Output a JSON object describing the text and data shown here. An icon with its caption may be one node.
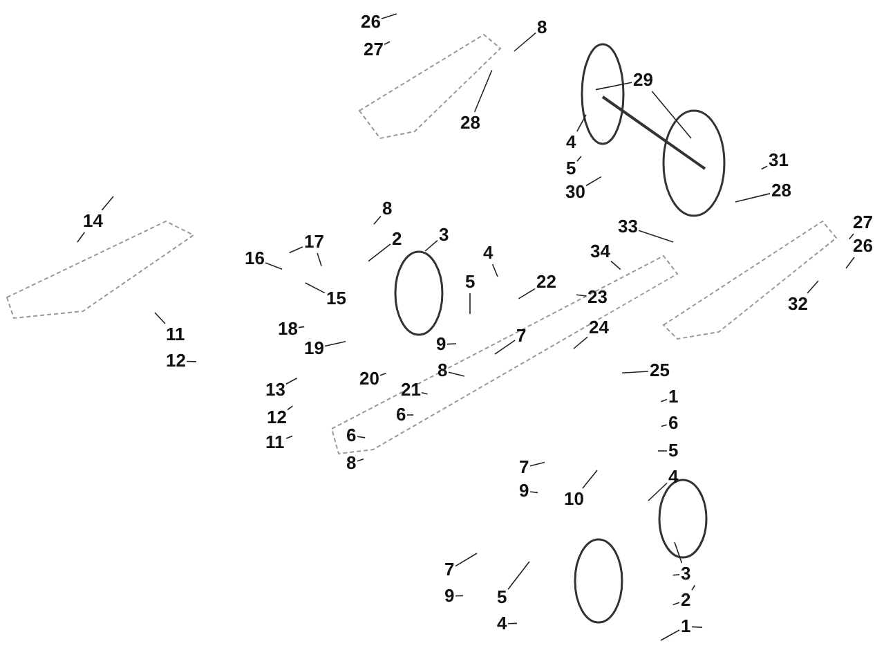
{
  "diagram": {
    "nodes": [
      {
        "text": [
          "26"
        ]
      },
      {
        "text": [
          "27"
        ]
      },
      {
        "text": [
          "8"
        ]
      },
      {
        "text": [
          "29"
        ]
      },
      {
        "text": [
          "28"
        ]
      },
      {
        "text": [
          "4"
        ]
      },
      {
        "text": [
          "5"
        ]
      },
      {
        "text": [
          "30"
        ]
      },
      {
        "text": [
          "31"
        ]
      },
      {
        "text": [
          "28"
        ]
      },
      {
        "text": [
          "33"
        ]
      },
      {
        "text": [
          "34"
        ]
      },
      {
        "text": [
          "27"
        ]
      },
      {
        "text": [
          "26"
        ]
      },
      {
        "text": [
          "32"
        ]
      },
      {
        "text": [
          "14"
        ]
      },
      {
        "text": [
          "17"
        ]
      },
      {
        "text": [
          "16"
        ]
      },
      {
        "text": [
          "15"
        ]
      },
      {
        "text": [
          "8"
        ]
      },
      {
        "text": [
          "2"
        ]
      },
      {
        "text": [
          "3"
        ]
      },
      {
        "text": [
          "4"
        ]
      },
      {
        "text": [
          "5"
        ]
      },
      {
        "text": [
          "22"
        ]
      },
      {
        "text": [
          "23"
        ]
      },
      {
        "text": [
          "11"
        ]
      },
      {
        "text": [
          "12"
        ]
      },
      {
        "text": [
          "18"
        ]
      },
      {
        "text": [
          "19"
        ]
      },
      {
        "text": [
          "9"
        ]
      },
      {
        "text": [
          "7"
        ]
      },
      {
        "text": [
          "24"
        ]
      },
      {
        "text": [
          "20"
        ]
      },
      {
        "text": [
          "25"
        ]
      },
      {
        "text": [
          "13"
        ]
      },
      {
        "text": [
          "12"
        ]
      },
      {
        "text": [
          "8"
        ]
      },
      {
        "text": [
          "21"
        ]
      },
      {
        "text": [
          "1"
        ]
      },
      {
        "text": [
          "11"
        ]
      },
      {
        "text": [
          "6"
        ]
      },
      {
        "text": [
          "6"
        ]
      },
      {
        "text": [
          "6"
        ]
      },
      {
        "text": [
          "8"
        ]
      },
      {
        "text": [
          "5"
        ]
      },
      {
        "text": [
          "7"
        ]
      },
      {
        "text": [
          "9"
        ]
      },
      {
        "text": [
          "10"
        ]
      },
      {
        "text": [
          "4"
        ]
      },
      {
        "text": [
          "7"
        ]
      },
      {
        "text": [
          "9"
        ]
      },
      {
        "text": [
          "3"
        ]
      },
      {
        "text": [
          "5"
        ]
      },
      {
        "text": [
          "2"
        ]
      },
      {
        "text": [
          "4"
        ]
      },
      {
        "text": [
          "1"
        ]
      }
    ],
    "edges": [
      {
        "from": 0,
        "to": null,
        "arrow": "none"
      },
      {
        "from": 1,
        "to": null,
        "arrow": "none"
      },
      {
        "from": 2,
        "to": null,
        "arrow": "none"
      },
      {
        "from": 3,
        "to": null,
        "arrow": "none"
      },
      {
        "from": 3,
        "to": null,
        "arrow": "none"
      },
      {
        "from": 4,
        "to": null,
        "arrow": "none"
      },
      {
        "from": 5,
        "to": null,
        "arrow": "none"
      },
      {
        "from": 6,
        "to": null,
        "arrow": "none"
      },
      {
        "from": 7,
        "to": null,
        "arrow": "none"
      },
      {
        "from": 8,
        "to": null,
        "arrow": "none"
      },
      {
        "from": 9,
        "to": null,
        "arrow": "none"
      },
      {
        "from": 10,
        "to": null,
        "arrow": "none"
      },
      {
        "from": 11,
        "to": null,
        "arrow": "none"
      },
      {
        "from": 12,
        "to": null,
        "arrow": "none"
      },
      {
        "from": 13,
        "to": null,
        "arrow": "none"
      },
      {
        "from": 14,
        "to": null,
        "arrow": "none"
      },
      {
        "from": 15,
        "to": null,
        "arrow": "none"
      },
      {
        "from": 15,
        "to": null,
        "arrow": "none"
      },
      {
        "from": 16,
        "to": null,
        "arrow": "none"
      },
      {
        "from": 16,
        "to": null,
        "arrow": "none"
      },
      {
        "from": 17,
        "to": null,
        "arrow": "none"
      },
      {
        "from": 18,
        "to": null,
        "arrow": "none"
      },
      {
        "from": 19,
        "to": null,
        "arrow": "none"
      },
      {
        "from": 20,
        "to": null,
        "arrow": "none"
      },
      {
        "from": 21,
        "to": null,
        "arrow": "none"
      },
      {
        "from": 22,
        "to": null,
        "arrow": "none"
      },
      {
        "from": 23,
        "to": null,
        "arrow": "none"
      },
      {
        "from": 24,
        "to": null,
        "arrow": "none"
      },
      {
        "from": 25,
        "to": null,
        "arrow": "none"
      },
      {
        "from": 26,
        "to": null,
        "arrow": "none"
      },
      {
        "from": 27,
        "to": null,
        "arrow": "none"
      },
      {
        "from": 28,
        "to": null,
        "arrow": "none"
      },
      {
        "from": 29,
        "to": null,
        "arrow": "none"
      },
      {
        "from": 30,
        "to": null,
        "arrow": "none"
      },
      {
        "from": 31,
        "to": null,
        "arrow": "none"
      },
      {
        "from": 32,
        "to": null,
        "arrow": "none"
      },
      {
        "from": 33,
        "to": null,
        "arrow": "none"
      },
      {
        "from": 34,
        "to": null,
        "arrow": "none"
      },
      {
        "from": 35,
        "to": null,
        "arrow": "none"
      },
      {
        "from": 36,
        "to": null,
        "arrow": "none"
      },
      {
        "from": 37,
        "to": null,
        "arrow": "none"
      },
      {
        "from": 38,
        "to": null,
        "arrow": "none"
      },
      {
        "from": 39,
        "to": null,
        "arrow": "none"
      },
      {
        "from": 40,
        "to": null,
        "arrow": "none"
      },
      {
        "from": 41,
        "to": null,
        "arrow": "none"
      },
      {
        "from": 42,
        "to": null,
        "arrow": "none"
      },
      {
        "from": 43,
        "to": null,
        "arrow": "none"
      },
      {
        "from": 44,
        "to": null,
        "arrow": "none"
      },
      {
        "from": 45,
        "to": null,
        "arrow": "none"
      },
      {
        "from": 46,
        "to": null,
        "arrow": "none"
      },
      {
        "from": 47,
        "to": null,
        "arrow": "none"
      },
      {
        "from": 48,
        "to": null,
        "arrow": "none"
      },
      {
        "from": 49,
        "to": null,
        "arrow": "none"
      },
      {
        "from": 50,
        "to": null,
        "arrow": "none"
      },
      {
        "from": 51,
        "to": null,
        "arrow": "none"
      },
      {
        "from": 52,
        "to": null,
        "arrow": "none"
      },
      {
        "from": 52,
        "to": null,
        "arrow": "none"
      },
      {
        "from": 53,
        "to": null,
        "arrow": "none"
      },
      {
        "from": 54,
        "to": null,
        "arrow": "none"
      },
      {
        "from": 54,
        "to": null,
        "arrow": "none"
      },
      {
        "from": 55,
        "to": null,
        "arrow": "none"
      },
      {
        "from": 56,
        "to": null,
        "arrow": "none"
      },
      {
        "from": 56,
        "to": null,
        "arrow": "none"
      }
    ]
  }
}
